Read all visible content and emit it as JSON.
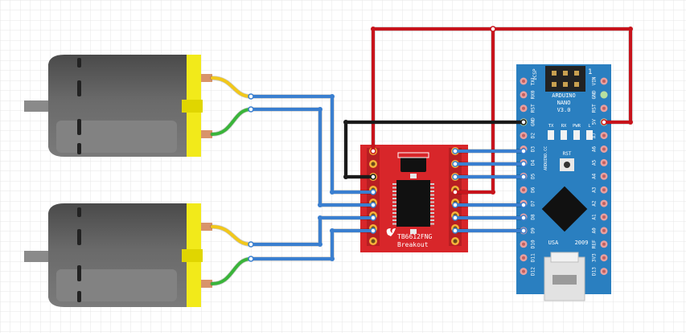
{
  "driver_board": {
    "chip_label": "TB6612FNG",
    "sub_label": "Breakout",
    "board_color": "#d8262a"
  },
  "arduino": {
    "title_line1": "ARDUINO",
    "title_line2": "NANO",
    "version": "V3.0",
    "icsp_label": "ICSP",
    "icsp_pin1": "1",
    "reset_label": "RST",
    "led_labels": [
      "TX",
      "RX",
      "PWR",
      "L"
    ],
    "arduino_cc": "ARDUINO.CC",
    "usa_label": "USA",
    "year_label": "2009",
    "left_pins": [
      "TX1",
      "RX0",
      "RST",
      "GND",
      "D2",
      "D3",
      "D4",
      "D5",
      "D6",
      "D7",
      "D8",
      "D9",
      "D10",
      "D11",
      "D12"
    ],
    "right_pins": [
      "VIN",
      "GND",
      "RST",
      "5V",
      "A7",
      "A6",
      "A5",
      "A4",
      "A3",
      "A2",
      "A1",
      "A0",
      "REF",
      "3V3",
      "D13"
    ],
    "board_color": "#2a7fc0"
  },
  "motors": [
    {
      "id": "motor-top"
    },
    {
      "id": "motor-bottom"
    }
  ],
  "colors": {
    "wire_power": "#c8141c",
    "wire_ground": "#1a1a1a",
    "wire_signal": "#3a7fd0",
    "wire_yellow": "#f2c81a",
    "wire_green": "#3ab53a",
    "motor_body": "#5a5a5a",
    "motor_cap": "#f2ea1a",
    "grid": "#e6e6e6"
  }
}
